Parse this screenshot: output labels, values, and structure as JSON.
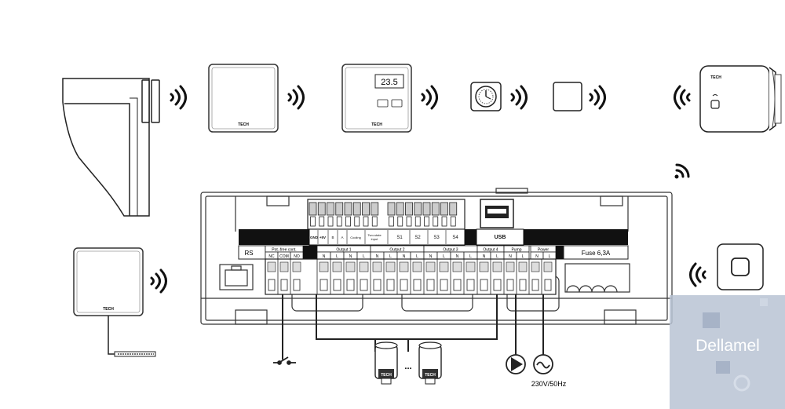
{
  "devices": {
    "room_sensor_brand": "TECH",
    "room_regulator_brand": "TECH",
    "room_regulator_display": "23.5",
    "wired_sensor_brand": "TECH",
    "thermostat_head_brand": "TECH",
    "actuator_brand": "TECH"
  },
  "controller": {
    "top_labels": [
      "GND",
      "+5V",
      "B",
      "A",
      "Cooling",
      "Two-state input",
      "S1",
      "S2",
      "S3",
      "S4",
      "USB"
    ],
    "rs_label": "RS",
    "potfree": {
      "title": "Pot.-free cont.",
      "terms": [
        "NC",
        "COM",
        "NO"
      ]
    },
    "outputs": [
      {
        "title": "Output 1",
        "terms": [
          "N",
          "L",
          "N",
          "L"
        ]
      },
      {
        "title": "Output 2",
        "terms": [
          "N",
          "L",
          "N",
          "L"
        ]
      },
      {
        "title": "Output 3",
        "terms": [
          "N",
          "L",
          "N",
          "L"
        ]
      },
      {
        "title": "Output 4",
        "terms": [
          "N",
          "L"
        ]
      }
    ],
    "pump": {
      "title": "Pump",
      "terms": [
        "N",
        "L"
      ]
    },
    "power": {
      "title": "Power",
      "terms": [
        "N",
        "L"
      ]
    },
    "fuse": "Fuse 6,3A"
  },
  "wiring": {
    "ellipsis": "...",
    "supply": "230V/50Hz"
  },
  "watermark": "Dellamel",
  "colors": {
    "line": "#222222",
    "label_bar": "#111111",
    "watermark_bg": "#b9c3d4",
    "watermark_text": "#ffffff"
  }
}
